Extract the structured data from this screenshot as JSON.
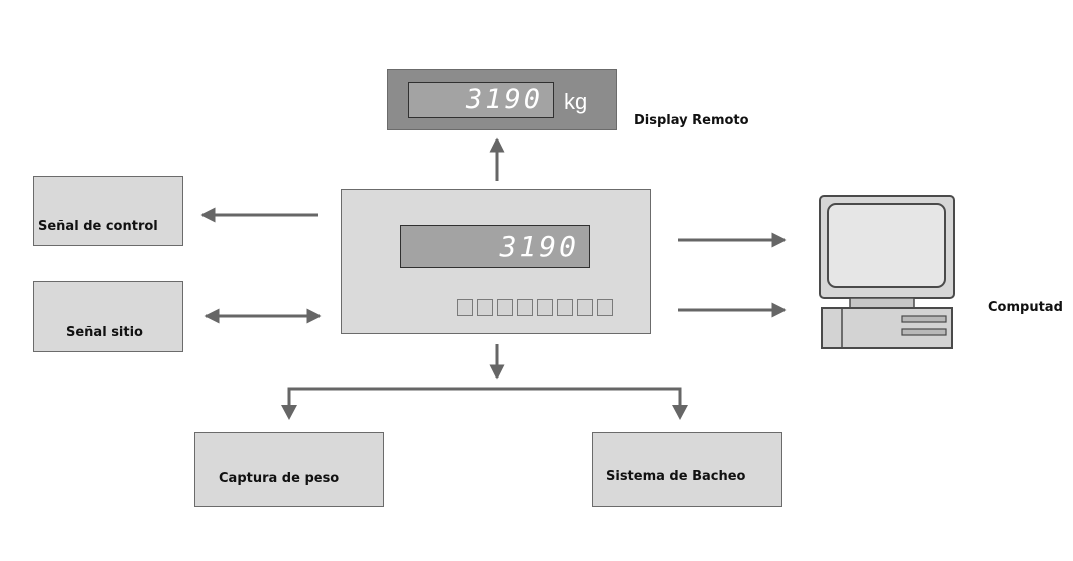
{
  "remote_display": {
    "reading": "3190",
    "unit": "kg",
    "label": "Display Remoto"
  },
  "indicator": {
    "reading": "3190",
    "keypad_keys": 8
  },
  "control_signal": {
    "label": "Señal de control"
  },
  "site_signal": {
    "label": "Señal sitio"
  },
  "weight_capture": {
    "label": "Captura de peso"
  },
  "batching_system": {
    "label": "Sistema de Bacheo"
  },
  "computer": {
    "label": "Computad"
  },
  "colors": {
    "box_fill": "#d9d9d9",
    "arrow": "#666666",
    "display_fill": "#a3a3a3"
  }
}
